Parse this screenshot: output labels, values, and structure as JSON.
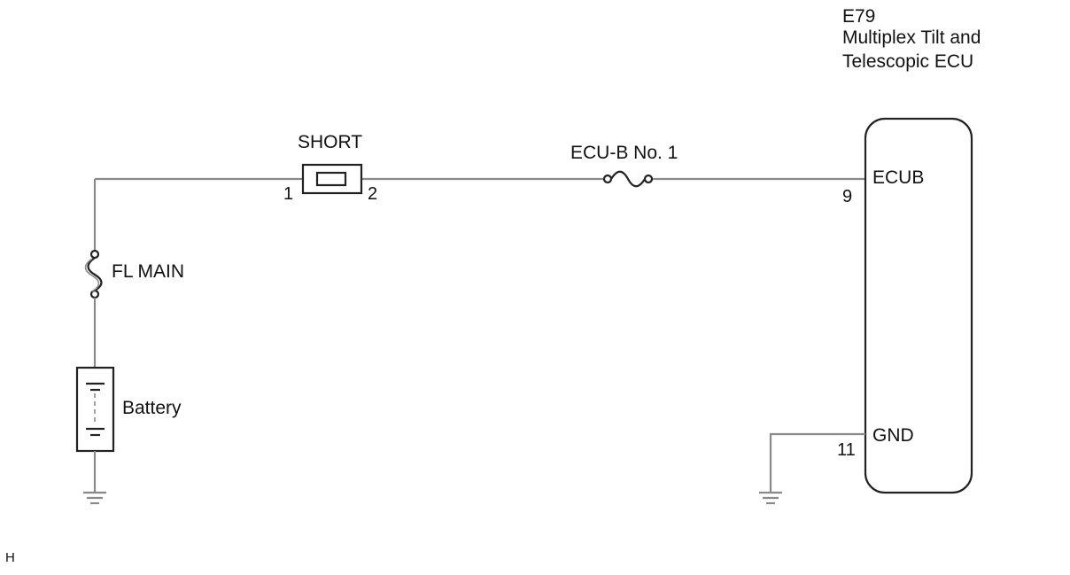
{
  "ecu": {
    "code": "E79",
    "name_line1": "Multiplex Tilt and",
    "name_line2": "Telescopic ECU"
  },
  "fuse_short": {
    "label": "SHORT",
    "pin_in": "1",
    "pin_out": "2"
  },
  "fuse_ecub": {
    "label": "ECU-B No. 1"
  },
  "fusible_link": {
    "label": "FL MAIN"
  },
  "battery": {
    "label": "Battery"
  },
  "terminals": {
    "ecub_name": "ECUB",
    "ecub_pin": "9",
    "gnd_name": "GND",
    "gnd_pin": "11"
  },
  "corner_mark": "H",
  "colors": {
    "wire": "#8a8a8a",
    "outline": "#222222",
    "background": "#ffffff"
  }
}
